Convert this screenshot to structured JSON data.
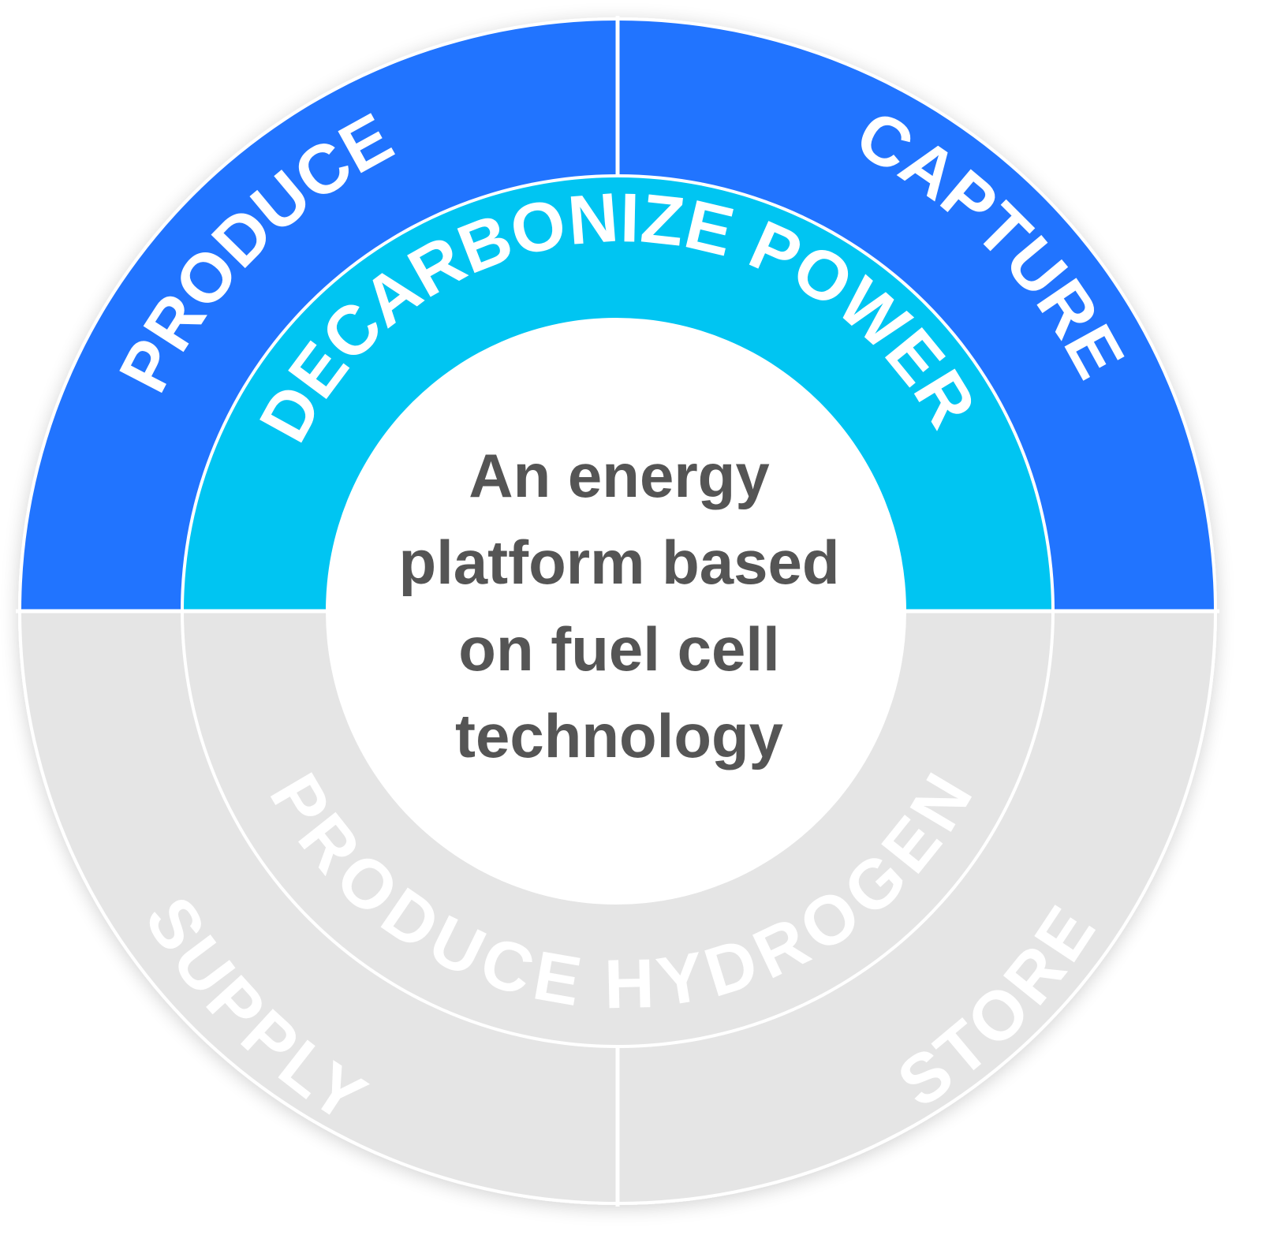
{
  "title": "Fuel cell energy platform diagram",
  "colors": {
    "outer_top": "#2174FF",
    "middle_top": "#00C5F2",
    "bottom_segments": "#E5E5E5",
    "center_fill": "#FFFFFF",
    "center_text": "#555555",
    "label_text": "#FFFFFF",
    "dividers": "#FFFFFF"
  },
  "outer_ring": {
    "segments": [
      {
        "id": "produce",
        "label": "PRODUCE",
        "position": "top-left"
      },
      {
        "id": "capture",
        "label": "CAPTURE",
        "position": "top-right"
      },
      {
        "id": "supply",
        "label": "SUPPLY",
        "position": "bottom-left"
      },
      {
        "id": "store",
        "label": "STORE",
        "position": "bottom-right"
      }
    ]
  },
  "middle_ring": {
    "top": {
      "label": "DECARBONIZE POWER"
    },
    "bottom": {
      "label": "PRODUCE HYDROGEN"
    }
  },
  "center": {
    "lines": [
      "An energy",
      "platform based",
      "on fuel cell",
      "technology"
    ]
  }
}
